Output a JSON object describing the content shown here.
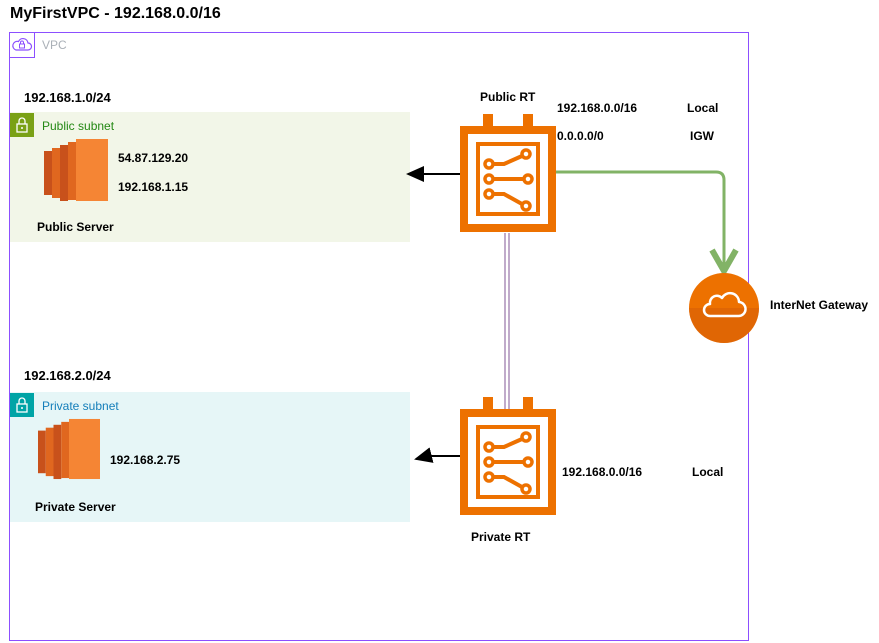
{
  "title": "MyFirstVPC - 192.168.0.0/16",
  "vpc": {
    "label": "VPC"
  },
  "public_subnet": {
    "cidr": "192.168.1.0/24",
    "label": "Public subnet",
    "server": {
      "name": "Public Server",
      "public_ip": "54.87.129.20",
      "private_ip": "192.168.1.15"
    }
  },
  "private_subnet": {
    "cidr": "192.168.2.0/24",
    "label": "Private subnet",
    "server": {
      "name": "Private Server",
      "private_ip": "192.168.2.75"
    }
  },
  "public_rt": {
    "name": "Public RT",
    "routes": [
      {
        "destination": "192.168.0.0/16",
        "target": "Local"
      },
      {
        "destination": "0.0.0.0/0",
        "target": "IGW"
      }
    ]
  },
  "private_rt": {
    "name": "Private RT",
    "routes": [
      {
        "destination": "192.168.0.0/16",
        "target": "Local"
      }
    ]
  },
  "igw": {
    "name": "InterNet Gateway"
  },
  "colors": {
    "vpc_border": "#8c4fff",
    "public_subnet_bg": "#f2f6e8",
    "private_subnet_bg": "#e6f6f7",
    "aws_orange": "#ed7100",
    "ec2_orange": "#f58534",
    "igw_link": "#82b366",
    "rt_link": "#9673a6"
  }
}
